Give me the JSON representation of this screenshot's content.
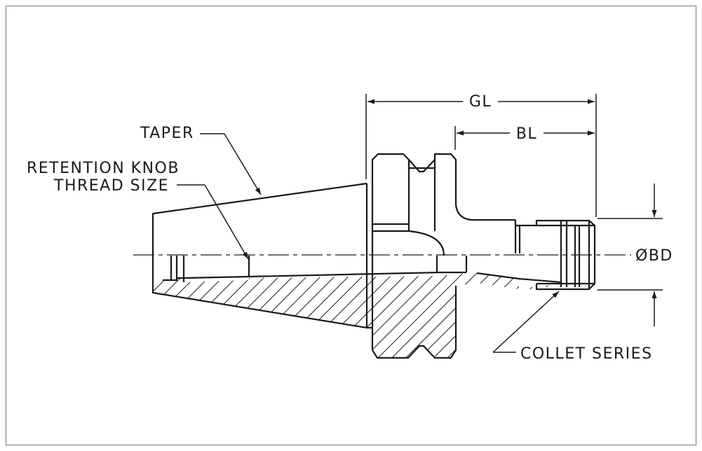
{
  "diagram": {
    "labels": {
      "taper": "TAPER",
      "retention_line1": "RETENTION KNOB",
      "retention_line2": "THREAD SIZE",
      "gl": "GL",
      "bl": "BL",
      "bd": "ØBD",
      "collet_series": "COLLET SERIES"
    },
    "colors": {
      "line": "#1a1a1a",
      "frame": "#9a9a9a",
      "background": "#ffffff"
    }
  }
}
